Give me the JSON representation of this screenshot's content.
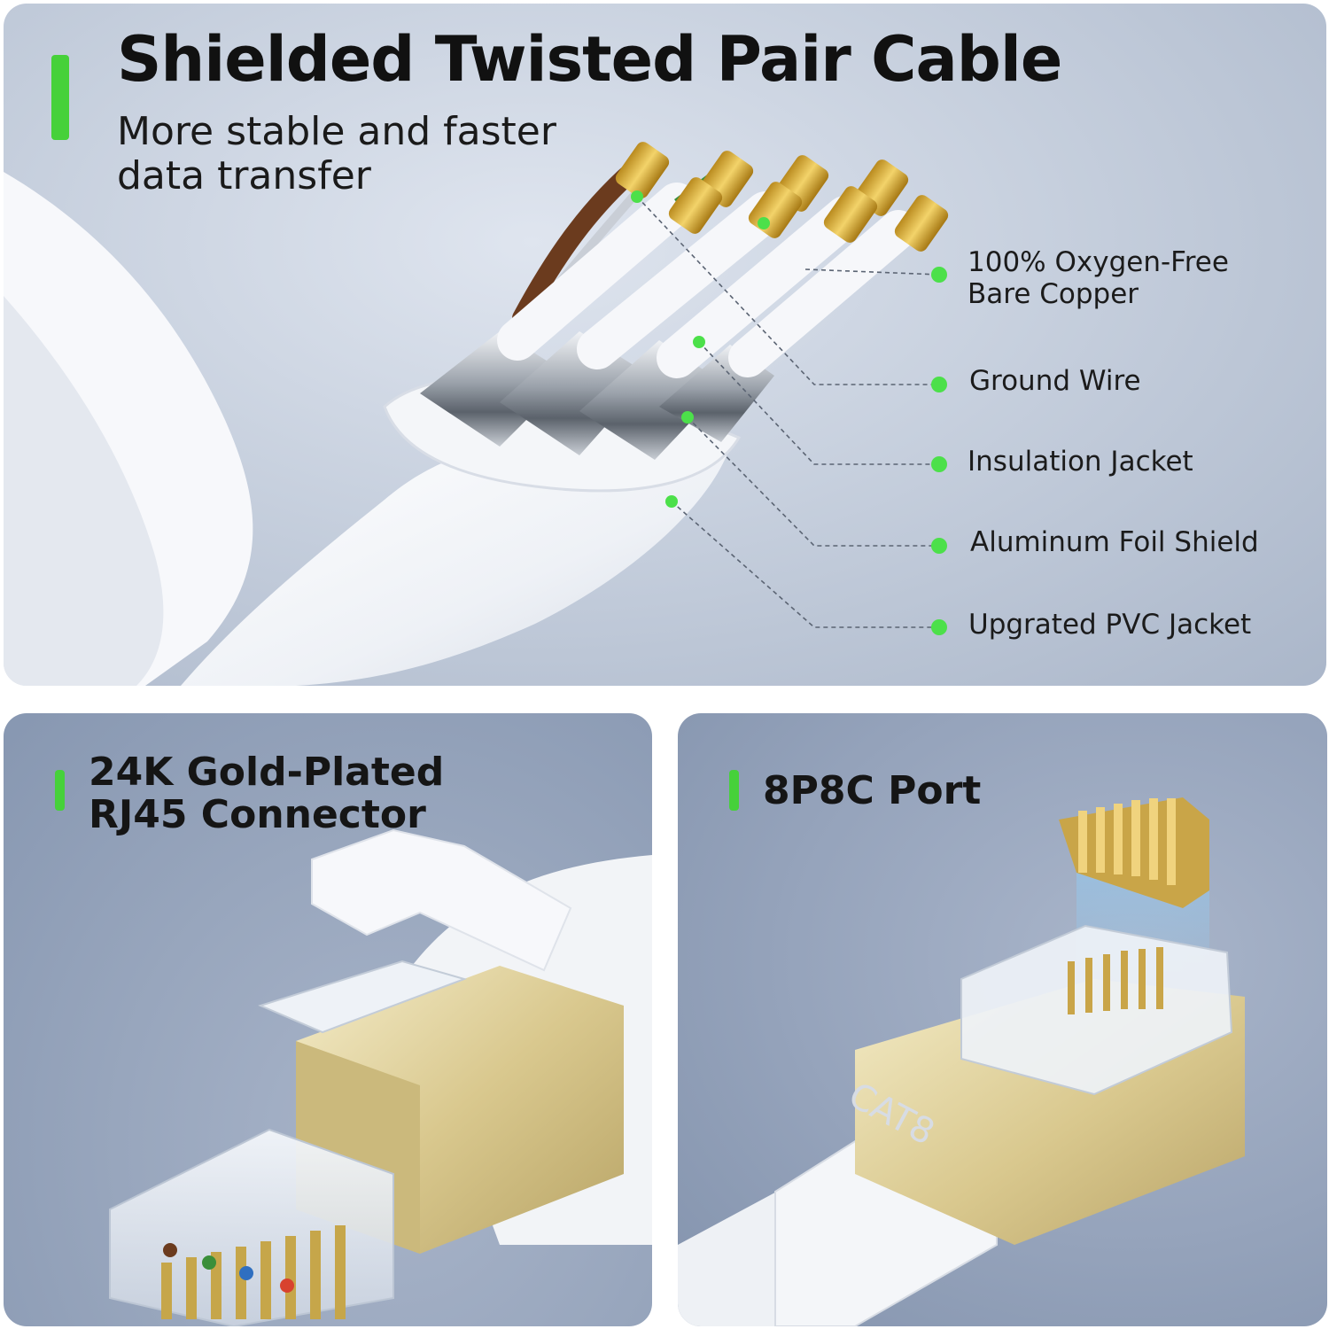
{
  "header": {
    "title": "Shielded Twisted Pair Cable",
    "subtitle": "More stable and faster data transfer"
  },
  "callouts": [
    {
      "label": "100% Oxygen-Free Bare Copper"
    },
    {
      "label": "Ground Wire"
    },
    {
      "label": "Insulation Jacket"
    },
    {
      "label": "Aluminum Foil Shield"
    },
    {
      "label": "Upgrated PVC Jacket"
    }
  ],
  "connector_panel": {
    "title": "24K Gold-Plated RJ45 Connector"
  },
  "port_panel": {
    "title": "8P8C Port",
    "plug_marking": "CAT8"
  },
  "colors": {
    "accent": "#46d13a",
    "gold": "#d9c88e",
    "cable_white": "#f4f6f9"
  },
  "wires": {
    "conductor_colors": [
      "#6b3b1e",
      "#3a8f3a",
      "#2f7fc0",
      "#e08a2a"
    ]
  }
}
